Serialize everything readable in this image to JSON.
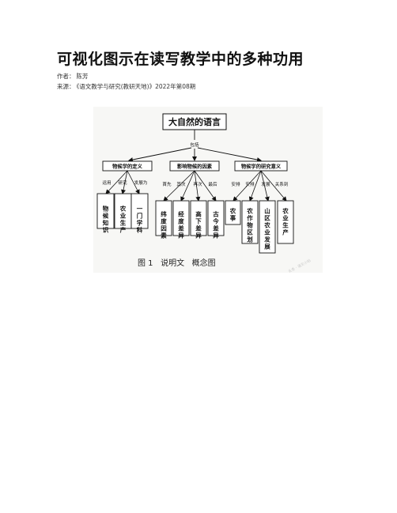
{
  "document": {
    "title": "可视化图示在读写教学中的多种功用",
    "author_label": "作者：",
    "author": "陈芳",
    "source_label": "来源：",
    "source": "《语文教学与研究(教研天地)》2022年第08期"
  },
  "diagram": {
    "root": "大自然的语言",
    "root_edge_label": "包括",
    "branches": [
      {
        "label": "物候学的定义",
        "edges": [
          "运用",
          "研究",
          "发展为"
        ],
        "leaves": [
          "物候知识",
          "农业生产",
          "一门学科"
        ]
      },
      {
        "label": "影响物候的因素",
        "edges": [
          "首先",
          "其次",
          "再次",
          "最后"
        ],
        "leaves": [
          "纬度因素",
          "经度差异",
          "高下差异",
          "古今差异"
        ]
      },
      {
        "label": "物候学的研究意义",
        "edges": [
          "安排",
          "安排",
          "发展",
          "关系到"
        ],
        "leaves": [
          "农事",
          "农作物区划",
          "山区农业发展",
          "农业生产"
        ]
      }
    ],
    "caption": "图 1   说明文   概念图",
    "watermark": "头条 · 语文小站"
  }
}
